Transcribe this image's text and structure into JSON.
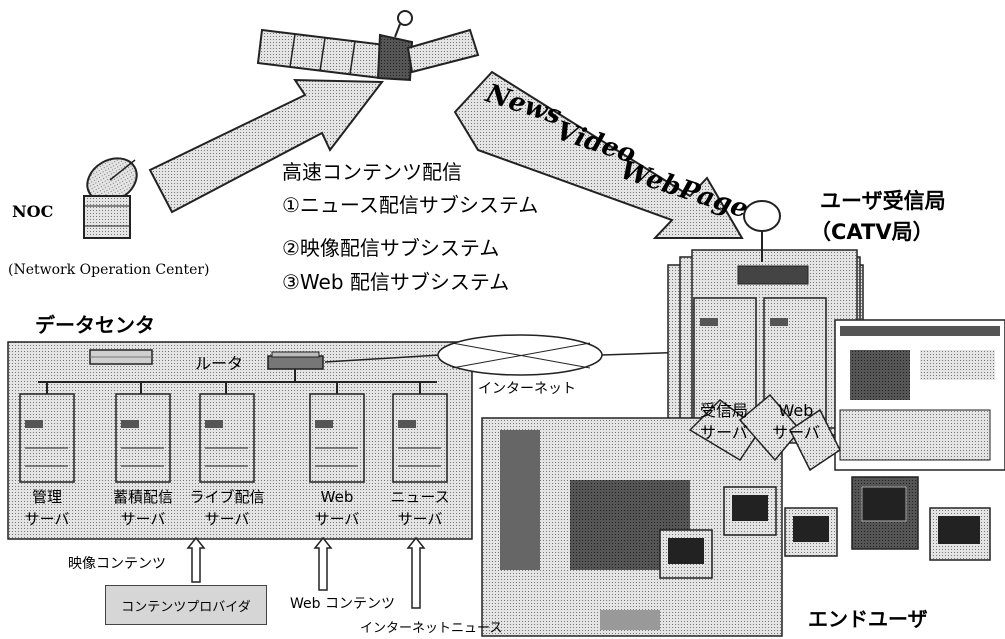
{
  "satellite_streams": [
    "News",
    "Video",
    "WebPage"
  ],
  "noc": {
    "label": "NOC",
    "full_name": "(Network Operation Center)"
  },
  "delivery": {
    "title": "高速コンテンツ配信",
    "items": [
      "①ニュース配信サブシステム",
      "②映像配信サブシステム",
      "③Web 配信サブシステム"
    ]
  },
  "user_station": {
    "title": "ユーザ受信局",
    "subtitle": "（CATV局）"
  },
  "data_center": {
    "title": "データセンタ",
    "router_label": "ルータ",
    "servers": [
      {
        "line1": "管理",
        "line2": "サーバ"
      },
      {
        "line1": "蓄積配信",
        "line2": "サーバ"
      },
      {
        "line1": "ライブ配信",
        "line2": "サーバ"
      },
      {
        "line1": "Web",
        "line2": "サーバ"
      },
      {
        "line1": "ニュース",
        "line2": "サーバ"
      }
    ]
  },
  "internet_label": "インターネット",
  "receiving_servers": [
    {
      "line1": "受信局",
      "line2": "サーバ"
    },
    {
      "line1": "Web",
      "line2": "サーバ"
    }
  ],
  "inputs": {
    "video_contents": "映像コンテンツ",
    "provider": "コンテンツプロバイダ",
    "web_contents": "Web コンテンツ",
    "internet_news": "インターネットニュース"
  },
  "end_user_label": "エンドユーザ",
  "colors": {
    "hatch": "#bdbdbd",
    "arrow": "#a9a9a9",
    "line": "#222222"
  }
}
